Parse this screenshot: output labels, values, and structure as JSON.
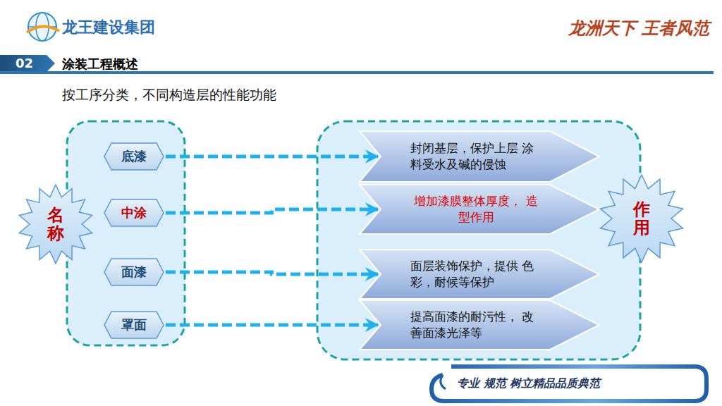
{
  "diagram": {
    "title": "涂装工程概述",
    "nodes": [
      {
        "text": [
          "名称"
        ]
      },
      {
        "text": [
          "底漆"
        ]
      },
      {
        "text": [
          "中涂"
        ]
      },
      {
        "text": [
          "面漆"
        ]
      },
      {
        "text": [
          "罩面"
        ]
      },
      {
        "text": [
          "封闭基层，保护上层 涂料受水及碱的侵蚀"
        ]
      },
      {
        "text": [
          "增加漆膜整体厚度， 造型作用"
        ]
      },
      {
        "text": [
          "面层装饰保护，提供 色彩，耐候等保护"
        ]
      },
      {
        "text": [
          "提高面漆的耐污性， 改善面漆光泽等"
        ]
      },
      {
        "text": [
          "作用"
        ]
      }
    ],
    "edges": [
      {
        "from": 1,
        "to": 5,
        "arrow": "to"
      },
      {
        "from": 2,
        "to": 6,
        "arrow": "to"
      },
      {
        "from": 3,
        "to": 7,
        "arrow": "to"
      },
      {
        "from": 4,
        "to": 8,
        "arrow": "to"
      }
    ],
    "labels": [
      "龙王建设集团",
      "02",
      "按工序分类，不同构造层的性能功能",
      "龙洲天下 王者风范",
      "专业 规范 树立精品品质典范"
    ]
  }
}
